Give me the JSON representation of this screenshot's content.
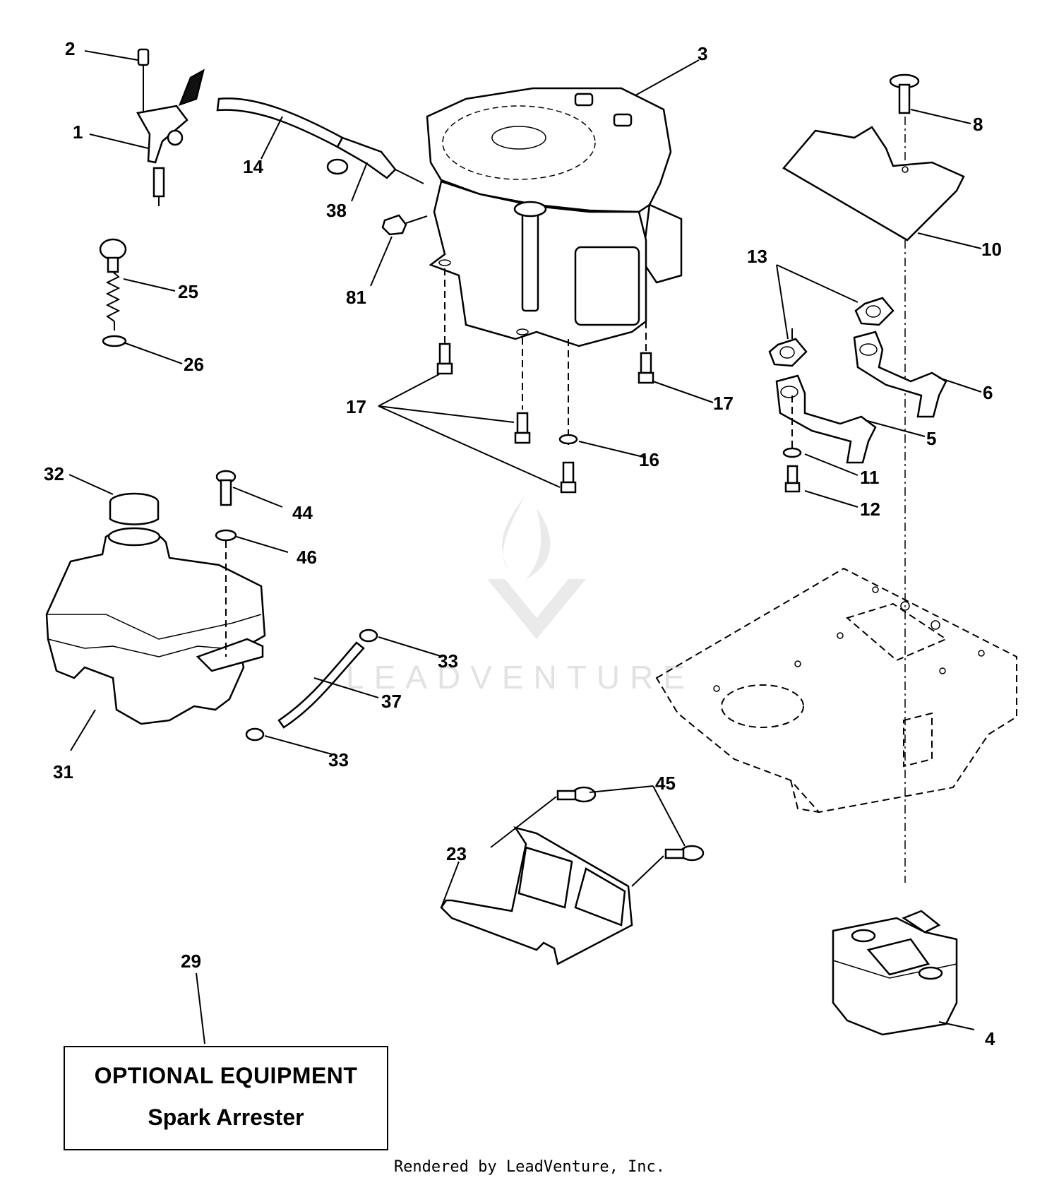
{
  "callouts": {
    "c1": "1",
    "c2": "2",
    "c3": "3",
    "c4": "4",
    "c5": "5",
    "c6": "6",
    "c8": "8",
    "c10": "10",
    "c11": "11",
    "c12": "12",
    "c13": "13",
    "c14": "14",
    "c16": "16",
    "c17a": "17",
    "c17b": "17",
    "c23": "23",
    "c25": "25",
    "c26": "26",
    "c29": "29",
    "c31": "31",
    "c32": "32",
    "c33a": "33",
    "c33b": "33",
    "c37": "37",
    "c38": "38",
    "c44": "44",
    "c45": "45",
    "c46": "46",
    "c81": "81"
  },
  "optional_box": {
    "title": "OPTIONAL EQUIPMENT",
    "subtitle": "Spark Arrester"
  },
  "watermark": "LEADVENTURE",
  "footer": "Rendered by LeadVenture, Inc."
}
